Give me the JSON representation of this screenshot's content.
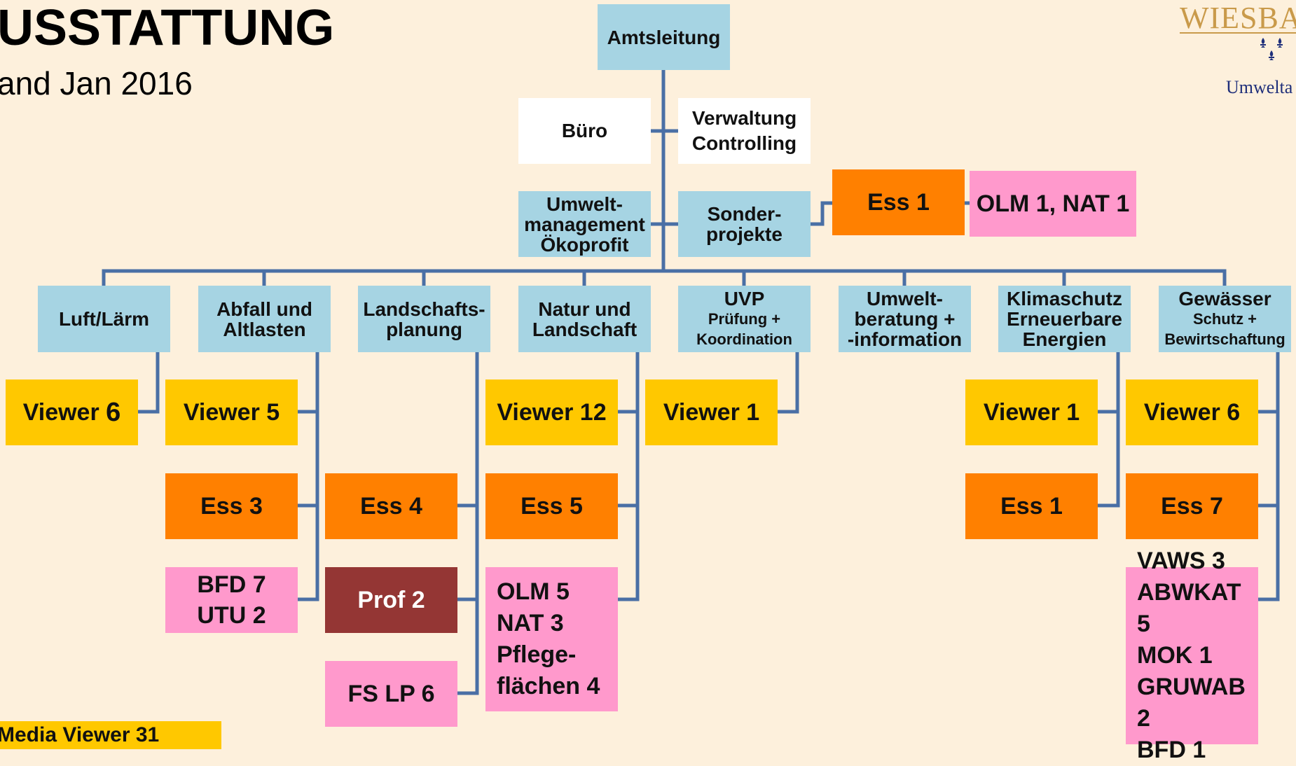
{
  "header": {
    "title": "USSTATTUNG",
    "subtitle": "and Jan 2016"
  },
  "logo": {
    "name": "WIESBA",
    "subtitle": "Umwelta"
  },
  "top": {
    "amtsleitung": "Amtsleitung",
    "buero": "Büro",
    "verwaltung": [
      "Verwaltung",
      "Controlling"
    ],
    "umweltmanagement": [
      "Umwelt-",
      "management",
      "Ökoprofit"
    ],
    "sonderprojekte": [
      "Sonder-",
      "projekte"
    ],
    "sonder_ess": "Ess 1",
    "sonder_pink": "OLM 1, NAT 1"
  },
  "departments": {
    "luft": {
      "name": [
        "Luft/Lärm"
      ],
      "viewer_label": "Viewer",
      "viewer_count": "6"
    },
    "abfall": {
      "name": [
        "Abfall und",
        "Altlasten"
      ],
      "viewer": "Viewer 5",
      "ess": "Ess 3",
      "pink": [
        "BFD 7",
        "UTU 2"
      ]
    },
    "landschaft": {
      "name": [
        "Landschafts-",
        "planung"
      ],
      "ess": "Ess 4",
      "prof": "Prof 2",
      "pink": [
        "FS LP 6"
      ]
    },
    "natur": {
      "name": [
        "Natur und",
        "Landschaft"
      ],
      "viewer": "Viewer 12",
      "ess": "Ess 5",
      "pink": [
        "OLM 5",
        "NAT 3",
        "Pflege-",
        "flächen 4"
      ]
    },
    "uvp": {
      "name": [
        "UVP",
        "Prüfung +",
        "Koordination"
      ],
      "viewer": "Viewer 1"
    },
    "umweltberatung": {
      "name": [
        "Umwelt-",
        "beratung +",
        "-information"
      ]
    },
    "klima": {
      "name": [
        "Klimaschutz",
        "Erneuerbare",
        "Energien"
      ],
      "viewer": "Viewer 1",
      "ess": "Ess 1"
    },
    "gewaesser": {
      "name": [
        "Gewässer",
        "Schutz  +",
        "Bewirtschaftung"
      ],
      "viewer": "Viewer 6",
      "ess": "Ess 7",
      "pink": [
        "VAWS 3",
        "ABWKAT 5",
        "MOK 1",
        "GRUWAB 2",
        "BFD 1"
      ]
    }
  },
  "footer": {
    "media_viewer": "Media Viewer 31"
  },
  "colors": {
    "background": "#FDF0DC",
    "blue": "#A6D4E3",
    "yellow": "#FFC800",
    "orange": "#FF8000",
    "pink": "#FF99CC",
    "brown": "#943634",
    "connector": "#4A6FA5"
  }
}
